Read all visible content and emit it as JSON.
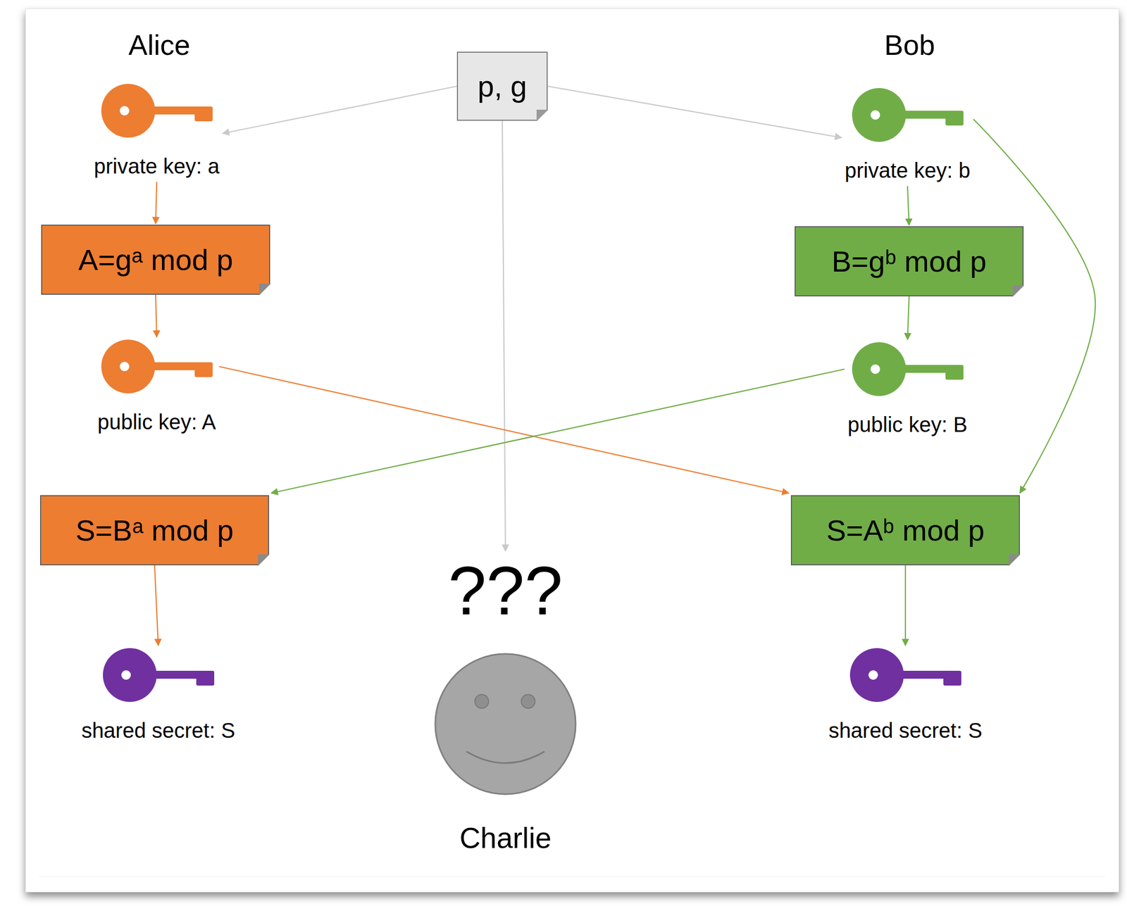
{
  "diagram": {
    "nodes": [
      {
        "text": [
          "private key: a"
        ]
      },
      {
        "text": [
          "p, g"
        ]
      },
      {
        "text": [
          "private key: b"
        ]
      },
      {
        "text": [
          "A=gᵃ mod p"
        ]
      },
      {
        "text": [
          "B=gᵇ mod p"
        ]
      },
      {
        "text": [
          "public key: A"
        ]
      },
      {
        "text": [
          "public key: B"
        ]
      },
      {
        "text": [
          "S=Bᵃ mod p"
        ]
      },
      {
        "text": [
          "S=Aᵇ mod p"
        ]
      },
      {
        "text": [
          "shared secret: S"
        ]
      },
      {
        "text": [
          "???",
          "Charlie"
        ]
      },
      {
        "text": [
          "shared secret: S"
        ]
      }
    ],
    "edges": [
      {
        "from": 1,
        "to": 0,
        "arrow": "to"
      },
      {
        "from": 1,
        "to": 2,
        "arrow": "to"
      },
      {
        "from": 1,
        "to": 10,
        "arrow": "to"
      },
      {
        "from": 0,
        "to": 3,
        "arrow": "to"
      },
      {
        "from": 3,
        "to": 5,
        "arrow": "to"
      },
      {
        "from": 2,
        "to": 4,
        "arrow": "to"
      },
      {
        "from": 4,
        "to": 6,
        "arrow": "to"
      },
      {
        "from": 2,
        "to": 8,
        "arrow": "to"
      },
      {
        "from": 5,
        "to": 8,
        "arrow": "to"
      },
      {
        "from": 6,
        "to": 7,
        "arrow": "to"
      },
      {
        "from": 7,
        "to": 9,
        "arrow": "to"
      },
      {
        "from": 8,
        "to": 11,
        "arrow": "to"
      }
    ],
    "labels": [
      "Alice",
      "Bob"
    ]
  }
}
